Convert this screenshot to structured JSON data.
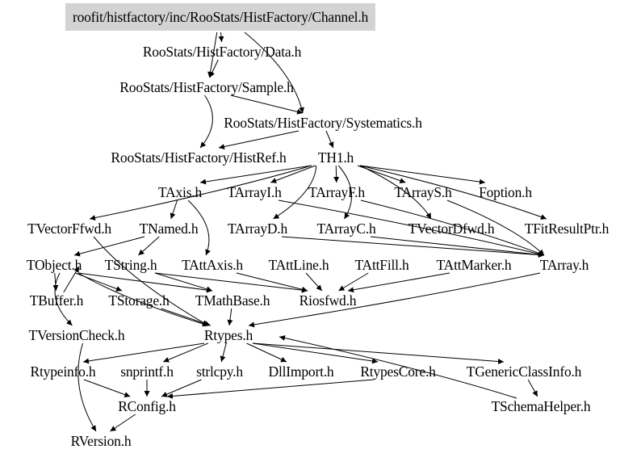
{
  "graph": {
    "root": "roofit/histfactory/inc/RooStats/HistFactory/Channel.h",
    "nodes": [
      {
        "id": "channel",
        "label": "roofit/histfactory/inc/RooStats/HistFactory/Channel.h"
      },
      {
        "id": "data",
        "label": "RooStats/HistFactory/Data.h"
      },
      {
        "id": "sample",
        "label": "RooStats/HistFactory/Sample.h"
      },
      {
        "id": "systematics",
        "label": "RooStats/HistFactory/Systematics.h"
      },
      {
        "id": "histref",
        "label": "RooStats/HistFactory/HistRef.h"
      },
      {
        "id": "th1",
        "label": "TH1.h"
      },
      {
        "id": "taxis",
        "label": "TAxis.h"
      },
      {
        "id": "tarrayi",
        "label": "TArrayI.h"
      },
      {
        "id": "tarrayf",
        "label": "TArrayF.h"
      },
      {
        "id": "tarrays",
        "label": "TArrayS.h"
      },
      {
        "id": "foption",
        "label": "Foption.h"
      },
      {
        "id": "tvectorffwd",
        "label": "TVectorFfwd.h"
      },
      {
        "id": "tnamed",
        "label": "TNamed.h"
      },
      {
        "id": "tarrayd",
        "label": "TArrayD.h"
      },
      {
        "id": "tarrayc",
        "label": "TArrayC.h"
      },
      {
        "id": "tvectordfwd",
        "label": "TVectorDfwd.h"
      },
      {
        "id": "tfitresultptr",
        "label": "TFitResultPtr.h"
      },
      {
        "id": "tobject",
        "label": "TObject.h"
      },
      {
        "id": "tstring",
        "label": "TString.h"
      },
      {
        "id": "tattaxis",
        "label": "TAttAxis.h"
      },
      {
        "id": "tattline",
        "label": "TAttLine.h"
      },
      {
        "id": "tattfill",
        "label": "TAttFill.h"
      },
      {
        "id": "tattmarker",
        "label": "TAttMarker.h"
      },
      {
        "id": "tarray",
        "label": "TArray.h"
      },
      {
        "id": "tbuffer",
        "label": "TBuffer.h"
      },
      {
        "id": "tstorage",
        "label": "TStorage.h"
      },
      {
        "id": "tmathbase",
        "label": "TMathBase.h"
      },
      {
        "id": "riosfwd",
        "label": "Riosfwd.h"
      },
      {
        "id": "tversioncheck",
        "label": "TVersionCheck.h"
      },
      {
        "id": "rtypes",
        "label": "Rtypes.h"
      },
      {
        "id": "rtypeinfo",
        "label": "Rtypeinfo.h"
      },
      {
        "id": "snprintf",
        "label": "snprintf.h"
      },
      {
        "id": "strlcpy",
        "label": "strlcpy.h"
      },
      {
        "id": "dllimport",
        "label": "DllImport.h"
      },
      {
        "id": "rtypescore",
        "label": "RtypesCore.h"
      },
      {
        "id": "tgenericclassinfo",
        "label": "TGenericClassInfo.h"
      },
      {
        "id": "rconfig",
        "label": "RConfig.h"
      },
      {
        "id": "tschemahelper",
        "label": "TSchemaHelper.h"
      },
      {
        "id": "rversion",
        "label": "RVersion.h"
      }
    ],
    "edges": [
      [
        "channel",
        "data"
      ],
      [
        "channel",
        "sample"
      ],
      [
        "channel",
        "systematics"
      ],
      [
        "data",
        "sample"
      ],
      [
        "sample",
        "systematics"
      ],
      [
        "sample",
        "histref"
      ],
      [
        "systematics",
        "histref"
      ],
      [
        "systematics",
        "th1"
      ],
      [
        "th1",
        "taxis"
      ],
      [
        "th1",
        "tarrayi"
      ],
      [
        "th1",
        "tarrayf"
      ],
      [
        "th1",
        "tarrays"
      ],
      [
        "th1",
        "foption"
      ],
      [
        "th1",
        "tvectorffwd"
      ],
      [
        "th1",
        "tarrayd"
      ],
      [
        "th1",
        "tarrayc"
      ],
      [
        "th1",
        "tvectordfwd"
      ],
      [
        "th1",
        "tfitresultptr"
      ],
      [
        "taxis",
        "tnamed"
      ],
      [
        "taxis",
        "tattaxis"
      ],
      [
        "tnamed",
        "tobject"
      ],
      [
        "tnamed",
        "tstring"
      ],
      [
        "tarrayi",
        "tarray"
      ],
      [
        "tarrayd",
        "tarray"
      ],
      [
        "tarrayc",
        "tarray"
      ],
      [
        "tarrayf",
        "tarray"
      ],
      [
        "tarrays",
        "tarray"
      ],
      [
        "tobject",
        "tbuffer"
      ],
      [
        "tobject",
        "tstorage"
      ],
      [
        "tobject",
        "tmathbase"
      ],
      [
        "tobject",
        "tversioncheck"
      ],
      [
        "tobject",
        "rtypes"
      ],
      [
        "tstring",
        "tmathbase"
      ],
      [
        "tstring",
        "riosfwd"
      ],
      [
        "tattaxis",
        "riosfwd"
      ],
      [
        "tattline",
        "riosfwd"
      ],
      [
        "tattfill",
        "riosfwd"
      ],
      [
        "tattmarker",
        "riosfwd"
      ],
      [
        "tarray",
        "rtypes"
      ],
      [
        "tvectorffwd",
        "rtypes"
      ],
      [
        "tstorage",
        "rtypes"
      ],
      [
        "tmathbase",
        "rtypes"
      ],
      [
        "tbuffer",
        "tobject"
      ],
      [
        "rtypes",
        "rtypeinfo"
      ],
      [
        "rtypes",
        "snprintf"
      ],
      [
        "rtypes",
        "strlcpy"
      ],
      [
        "rtypes",
        "dllimport"
      ],
      [
        "rtypes",
        "rtypescore"
      ],
      [
        "rtypes",
        "tgenericclassinfo"
      ],
      [
        "tgenericclassinfo",
        "tschemahelper"
      ],
      [
        "tschemahelper",
        "rtypes"
      ],
      [
        "rtypeinfo",
        "rconfig"
      ],
      [
        "snprintf",
        "rconfig"
      ],
      [
        "strlcpy",
        "rconfig"
      ],
      [
        "rtypescore",
        "rconfig"
      ],
      [
        "rconfig",
        "rversion"
      ],
      [
        "tversioncheck",
        "rversion"
      ]
    ]
  }
}
